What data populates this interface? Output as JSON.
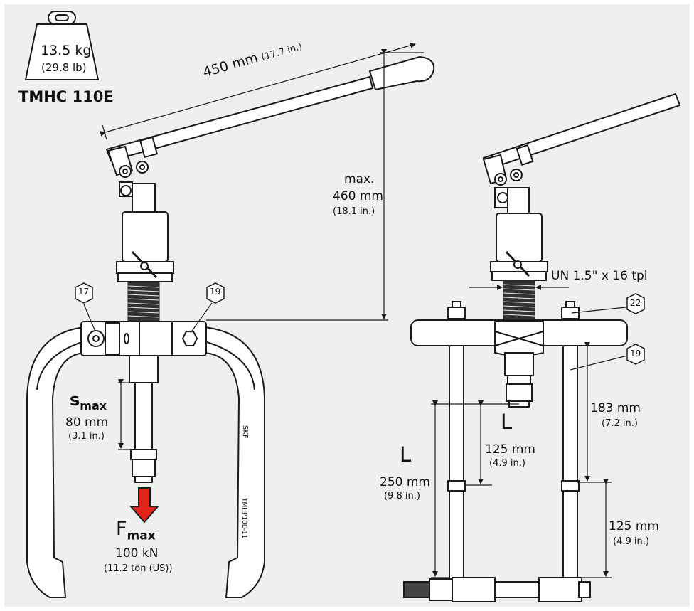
{
  "product": {
    "model": "TMHC 110E",
    "weight_kg": "13.5 kg",
    "weight_lb": "(29.8 lb)"
  },
  "dimensions": {
    "handle_length": "450 mm",
    "handle_length_in": "(17.7 in.)",
    "max_height_prefix": "max.",
    "max_height": "460 mm",
    "max_height_in": "(18.1 in.)",
    "thread": "UN 1.5\" x 16 tpi",
    "stroke_symbol": "s",
    "stroke_sub": "max",
    "stroke": "80 mm",
    "stroke_in": "(3.1 in.)",
    "force_symbol": "F",
    "force_sub": "max",
    "force": "100 kN",
    "force_us": "(11.2 ton (US))",
    "l_symbol_1": "L",
    "l1": "125 mm",
    "l1_in": "(4.9 in.)",
    "l_symbol_2": "L",
    "l2": "250 mm",
    "l2_in": "(9.8 in.)",
    "rod_upper": "183 mm",
    "rod_upper_in": "(7.2 in.)",
    "rod_lower": "125 mm",
    "rod_lower_in": "(4.9 in.)"
  },
  "wrench_sizes": [
    "17",
    "19",
    "22",
    "19"
  ],
  "arm_markings": {
    "brand": "SKF",
    "part_no": "TMHP10E-11"
  },
  "colors": {
    "background": "#eef0ee",
    "force_arrow": "#e2231a",
    "line": "#1a1a1a"
  }
}
